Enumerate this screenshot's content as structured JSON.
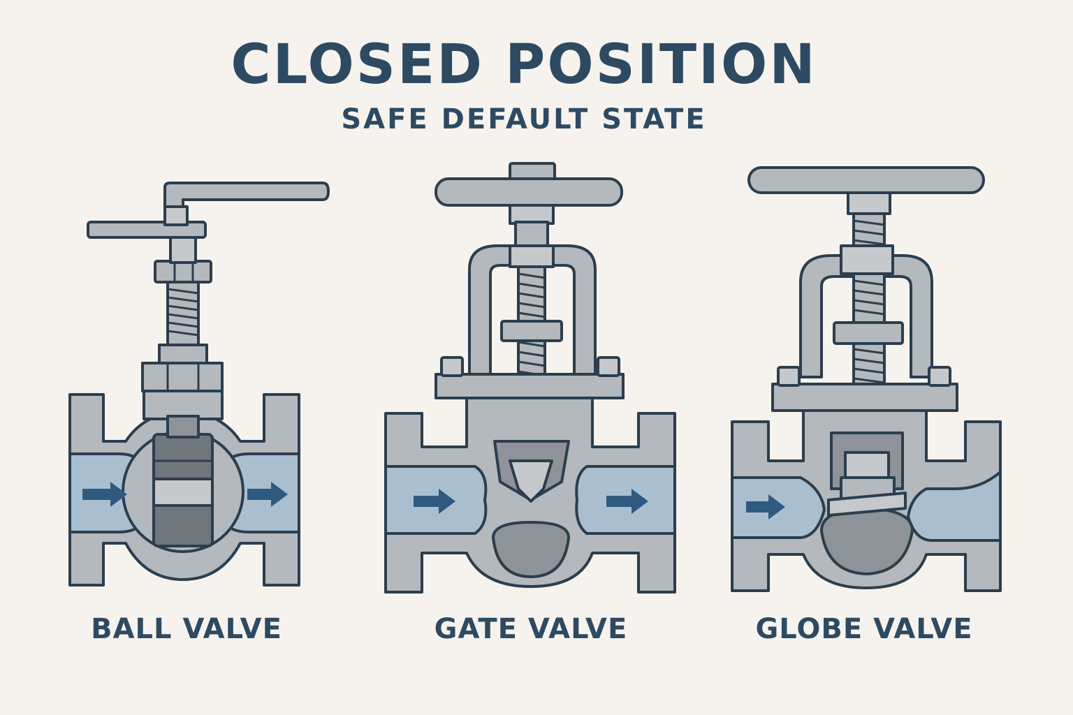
{
  "header": {
    "title": "CLOSED POSITION",
    "subtitle": "SAFE DEFAULT STATE"
  },
  "valves": [
    {
      "label": "BALL VALVE"
    },
    {
      "label": "GATE VALVE"
    },
    {
      "label": "GLOBE VALVE"
    }
  ],
  "colors": {
    "text": "#2d4a62",
    "background": "#f6f3ee",
    "metal": "#b4b9bd",
    "fluid": "#a9bfd0",
    "flow_arrow": "#2f5a80",
    "outline": "#2c3e4d"
  }
}
